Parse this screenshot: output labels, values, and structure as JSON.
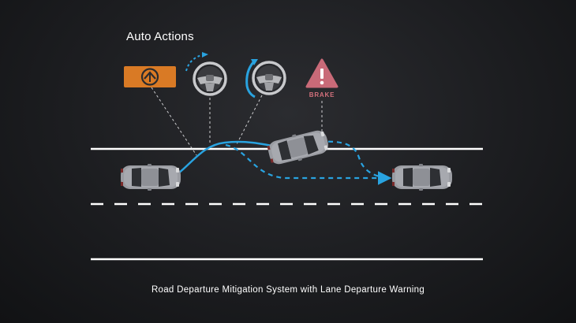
{
  "diagram": {
    "title": "Auto Actions",
    "caption": "Road Departure Mitigation System with Lane Departure Warning",
    "brake_label": "BRAKE",
    "icons": [
      "lane-assist-warning-icon",
      "steering-wheel-right-icon",
      "steering-wheel-left-icon",
      "brake-warning-icon"
    ],
    "colors": {
      "accent_path": "#29a3e0",
      "warning_orange": "#d97a25",
      "brake_red": "#c96a78",
      "lane_lines": "#ffffff",
      "car_body": "#9a9ca2"
    }
  }
}
